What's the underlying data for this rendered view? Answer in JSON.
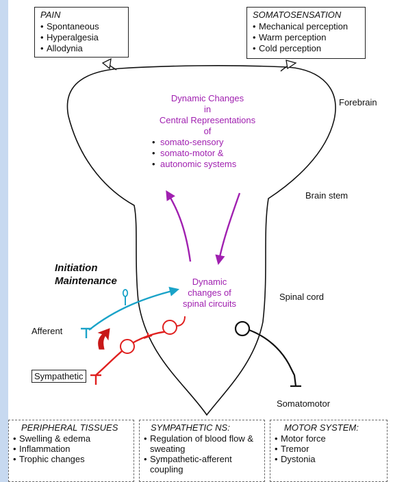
{
  "pain_box": {
    "title": "PAIN",
    "items": [
      "Spontaneous",
      "Hyperalgesia",
      "Allodynia"
    ]
  },
  "somato_box": {
    "title": "SOMATOSENSATION",
    "items": [
      "Mechanical perception",
      "Warm perception",
      "Cold perception"
    ]
  },
  "brain_labels": {
    "forebrain": "Forebrain",
    "brain_stem": "Brain stem",
    "spinal_cord": "Spinal cord"
  },
  "central": {
    "lines": [
      "Dynamic Changes",
      "in",
      "Central Representations",
      "of"
    ],
    "items": [
      "somato-sensory",
      "somato-motor &",
      "autonomic systems"
    ]
  },
  "spinal_text": [
    "Dynamic",
    "changes of",
    "spinal circuits"
  ],
  "initiation": [
    "Initiation",
    "Maintenance"
  ],
  "side_labels": {
    "afferent": "Afferent",
    "sympathetic": "Sympathetic",
    "somatomotor": "Somatomotor"
  },
  "bottom": {
    "peripheral": {
      "title": "PERIPHERAL TISSUES",
      "items": [
        "Swelling & edema",
        "Inflammation",
        "Trophic changes"
      ]
    },
    "sympathetic_ns": {
      "title": "SYMPATHETIC NS:",
      "items": [
        "Regulation of blood flow & sweating",
        "Sympathetic-afferent coupling"
      ]
    },
    "motor": {
      "title": "MOTOR SYSTEM:",
      "items": [
        "Motor force",
        "Tremor",
        "Dystonia"
      ]
    }
  },
  "colors": {
    "magenta": "#a020b0",
    "afferent": "#1aa3c8",
    "sympathetic": "#e0201f",
    "background": "#c7d9f0"
  }
}
